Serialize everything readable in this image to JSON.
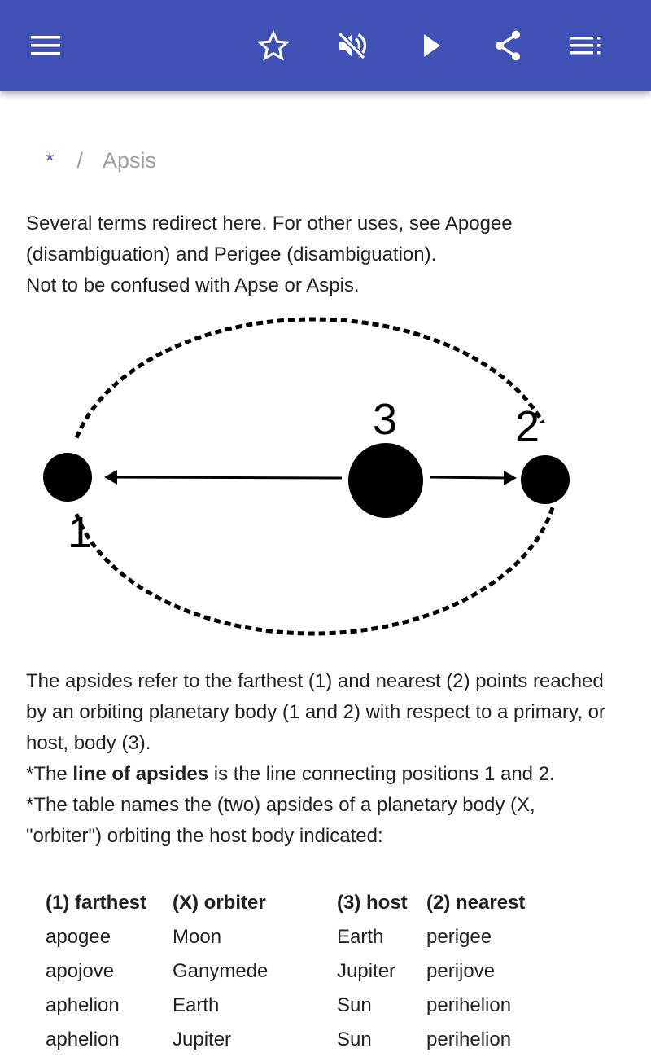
{
  "toolbar": {
    "menu": "menu-icon",
    "actions": [
      "star-icon",
      "volume-off-icon",
      "play-icon",
      "share-icon",
      "playlist-icon"
    ]
  },
  "breadcrumb": {
    "root": "*",
    "separator": "/",
    "current": "Apsis"
  },
  "hatnote": {
    "line1": "Several terms redirect here. For other uses, see Apogee (disambiguation) and Perigee (disambiguation).",
    "line2": "Not to be confused with Apse or Aspis."
  },
  "diagram": {
    "labels": [
      "1",
      "2",
      "3"
    ]
  },
  "body": {
    "p1": "The apsides refer to the farthest (1) and nearest (2) points reached by an orbiting planetary body (1 and 2) with respect to a primary, or host, body (3).",
    "p2_pre": "*The ",
    "p2_bold": "line of apsides",
    "p2_post": " is the line connecting positions 1 and 2.",
    "p3": "*The table names the (two) apsides of a planetary body (X, \"orbiter\") orbiting the host body indicated:"
  },
  "table": {
    "headers": [
      "(1) farthest",
      "(X) orbiter",
      "(3) host",
      "(2) nearest"
    ],
    "rows": [
      [
        "apogee",
        "Moon",
        "Earth",
        "perigee"
      ],
      [
        "apojove",
        "Ganymede",
        "Jupiter",
        "perijove"
      ],
      [
        "aphelion",
        "Earth",
        "Sun",
        "perihelion"
      ],
      [
        "aphelion",
        "Jupiter",
        "Sun",
        "perihelion"
      ]
    ]
  },
  "colors": {
    "primary": "#3F51B5"
  }
}
